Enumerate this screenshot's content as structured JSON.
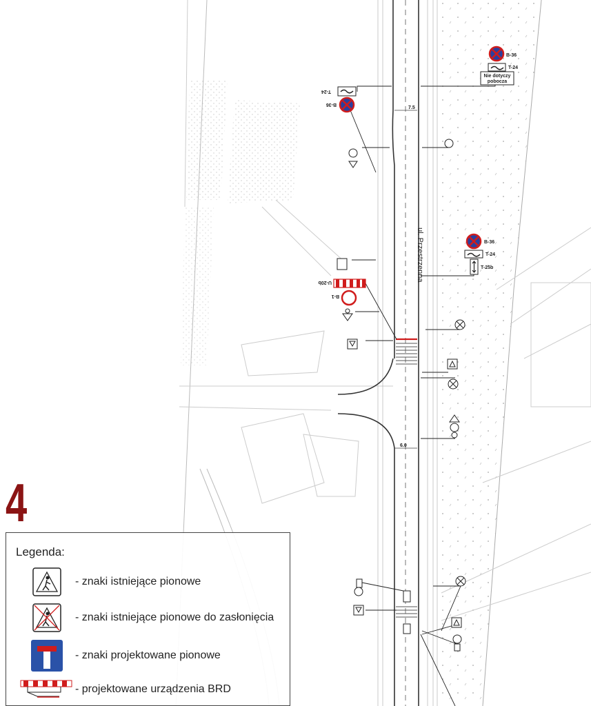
{
  "sheet": {
    "number": "4"
  },
  "street": {
    "name": "ul. Przestrzenna"
  },
  "dimensions": {
    "upper_width": "7.5",
    "lower_width": "6.0"
  },
  "signs": {
    "b36": "B-36",
    "t24": "T-24",
    "t25b": "T-25b",
    "u20b": "U-20b",
    "b1": "B-1",
    "plate_text_line1": "Nie dotyczy",
    "plate_text_line2": "pobocza"
  },
  "legend": {
    "title": "Legenda:",
    "items": [
      {
        "symbol": "existing-sign-icon",
        "label": "- znaki istniejące pionowe"
      },
      {
        "symbol": "existing-sign-covered-icon",
        "label": "- znaki istniejące pionowe do zasłonięcia"
      },
      {
        "symbol": "designed-sign-icon",
        "label": "- znaki projektowane pionowe"
      },
      {
        "symbol": "brd-device-icon",
        "label": "- projektowane urządzenia BRD"
      }
    ]
  },
  "colors": {
    "sheet_number": "#8b1414",
    "sign_blue": "#2a3f9e",
    "sign_red": "#d01c1c"
  }
}
